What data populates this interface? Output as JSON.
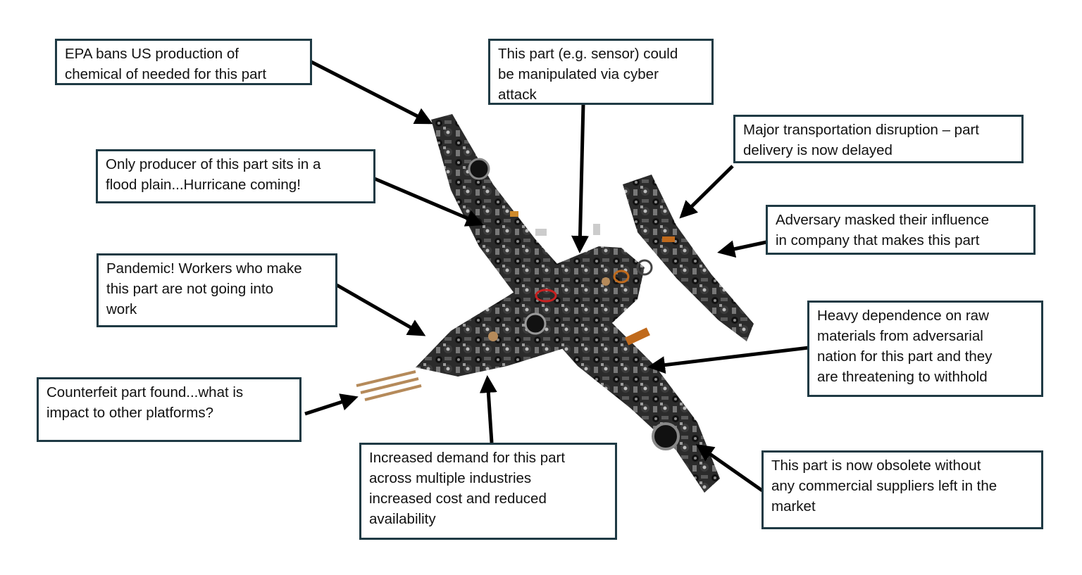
{
  "callouts": {
    "epa": "EPA bans US production of\nchemical of needed for this part",
    "cyber": "This part (e.g. sensor) could\nbe manipulated via cyber\nattack",
    "transport": "Major transportation disruption – part\ndelivery is now delayed",
    "flood": "Only producer of this part sits in a\nflood plain...Hurricane coming!",
    "adversary_influence": "Adversary masked their influence\nin company that makes this part",
    "pandemic": "Pandemic! Workers who make\nthis part are not going into\nwork",
    "raw_materials": "Heavy dependence on raw\nmaterials from adversarial\nnation for this part and they\nare threatening to withhold",
    "counterfeit": "Counterfeit part found...what is\nimpact to other platforms?",
    "demand": "Increased demand for this part\nacross multiple industries\nincreased cost and reduced\navailability",
    "obsolete": "This part is now obsolete without\nany commercial suppliers left in the\nmarket"
  },
  "colors": {
    "box_border": "#1f3a44",
    "arrow": "#000000",
    "parts_dark": "#222222",
    "parts_accent_orange": "#c06a1c",
    "parts_accent_red": "#c62020"
  }
}
